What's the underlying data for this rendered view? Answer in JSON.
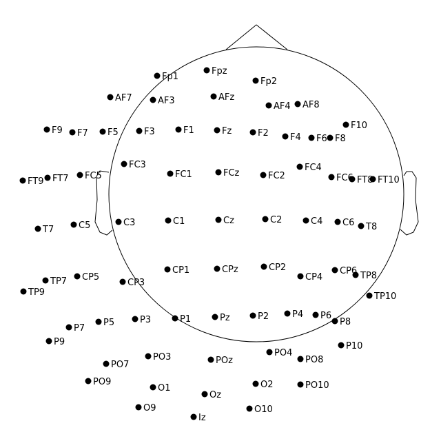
{
  "sensors": [
    "Fp1",
    "Fpz",
    "Fp2",
    "AF7",
    "AF3",
    "AFz",
    "AF4",
    "AF8",
    "F9",
    "F7",
    "F5",
    "F3",
    "F1",
    "Fz",
    "F2",
    "F4",
    "F6",
    "F8",
    "F10",
    "FC3",
    "FC1",
    "FCz",
    "FC2",
    "FC4",
    "FC6",
    "FT8",
    "FT10",
    "FT9",
    "FT7",
    "FC5",
    "T7",
    "C5",
    "C3",
    "C1",
    "Cz",
    "C2",
    "C4",
    "C6",
    "T8",
    "CP1",
    "CPz",
    "CP2",
    "CP4",
    "CP6",
    "TP8",
    "TP10",
    "TP7",
    "CP5",
    "CP3",
    "TP9",
    "P7",
    "P5",
    "P3",
    "P1",
    "Pz",
    "P2",
    "P4",
    "P6",
    "P8",
    "P10",
    "P9",
    "PO7",
    "PO3",
    "POz",
    "PO4",
    "PO8",
    "PO9",
    "O1",
    "Oz",
    "O2",
    "PO10",
    "O9",
    "Iz",
    "O10"
  ],
  "colors": {
    "marker": "#000000",
    "outline": "#000000",
    "background": "#ffffff"
  }
}
